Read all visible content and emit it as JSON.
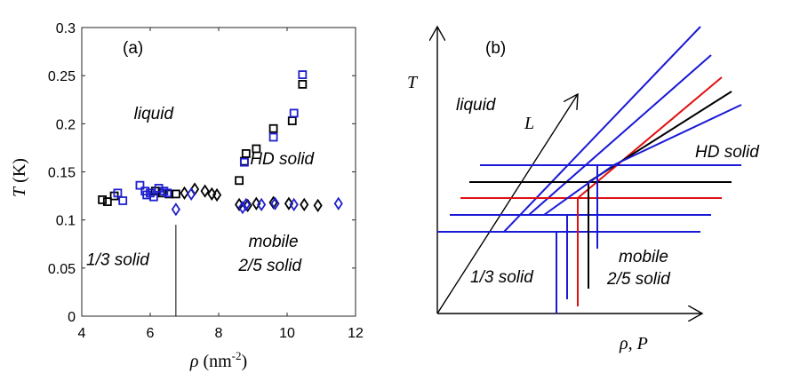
{
  "chart_data": [
    {
      "type": "scatter",
      "panel_label": "(a)",
      "xlabel": "ρ (nm⁻²)",
      "ylabel": "T (K)",
      "xlim": [
        4,
        12
      ],
      "ylim": [
        0,
        0.3
      ],
      "xticks": [
        "4",
        "6",
        "8",
        "10",
        "12"
      ],
      "yticks": [
        "0",
        "0.05",
        "0.1",
        "0.15",
        "0.2",
        "0.25",
        "0.3"
      ],
      "colors": {
        "black": "#000000",
        "blue": "#1f1fcf"
      },
      "series": [
        {
          "color": "black",
          "marker": "square",
          "points": [
            [
              4.6,
              0.121
            ],
            [
              4.75,
              0.119
            ],
            [
              4.95,
              0.125
            ],
            [
              6.15,
              0.13
            ],
            [
              6.35,
              0.128
            ],
            [
              6.55,
              0.127
            ],
            [
              6.75,
              0.127
            ],
            [
              8.6,
              0.141
            ],
            [
              8.75,
              0.161
            ],
            [
              8.8,
              0.169
            ],
            [
              9.1,
              0.174
            ],
            [
              9.6,
              0.195
            ],
            [
              10.15,
              0.203
            ],
            [
              10.45,
              0.241
            ]
          ]
        },
        {
          "color": "blue",
          "marker": "square",
          "points": [
            [
              5.05,
              0.128
            ],
            [
              5.2,
              0.12
            ],
            [
              5.7,
              0.136
            ],
            [
              5.85,
              0.13
            ],
            [
              5.9,
              0.126
            ],
            [
              6.0,
              0.128
            ],
            [
              6.1,
              0.124
            ],
            [
              6.25,
              0.133
            ],
            [
              6.4,
              0.13
            ],
            [
              6.5,
              0.128
            ],
            [
              8.75,
              0.16
            ],
            [
              9.6,
              0.186
            ],
            [
              10.2,
              0.211
            ],
            [
              10.45,
              0.251
            ]
          ]
        },
        {
          "color": "black",
          "marker": "diamond",
          "points": [
            [
              7.0,
              0.128
            ],
            [
              7.3,
              0.132
            ],
            [
              7.6,
              0.13
            ],
            [
              7.8,
              0.127
            ],
            [
              7.95,
              0.126
            ],
            [
              8.6,
              0.116
            ],
            [
              8.85,
              0.115
            ],
            [
              9.1,
              0.117
            ],
            [
              9.6,
              0.118
            ],
            [
              10.05,
              0.117
            ],
            [
              10.5,
              0.116
            ],
            [
              10.9,
              0.115
            ]
          ]
        },
        {
          "color": "blue",
          "marker": "diamond",
          "points": [
            [
              6.75,
              0.111
            ],
            [
              7.2,
              0.127
            ],
            [
              8.7,
              0.113
            ],
            [
              8.8,
              0.116
            ],
            [
              9.25,
              0.116
            ],
            [
              9.65,
              0.117
            ],
            [
              10.2,
              0.116
            ],
            [
              11.5,
              0.117
            ]
          ]
        }
      ],
      "vline": {
        "x": 6.75,
        "y_from": 0.0,
        "y_to": 0.095
      },
      "annotations": [
        {
          "text": "liquid",
          "x": 6.1,
          "y": 0.205
        },
        {
          "text": "HD solid",
          "x": 9.85,
          "y": 0.158
        },
        {
          "text": "mobile",
          "x": 9.6,
          "y": 0.072
        },
        {
          "text": "2/5 solid",
          "x": 9.5,
          "y": 0.047
        },
        {
          "text": "1/3 solid",
          "x": 5.05,
          "y": 0.053
        }
      ]
    },
    {
      "type": "diagram",
      "panel_label": "(b)",
      "ylabel": "T",
      "xlabel": "ρ, P",
      "diagonal_label": "L",
      "annotations": [
        "liquid",
        "HD solid",
        "1/3 solid",
        "mobile",
        "2/5 solid"
      ],
      "colors": {
        "blue": "#1a1ad6",
        "black": "#000000",
        "red": "#e01010"
      }
    }
  ]
}
